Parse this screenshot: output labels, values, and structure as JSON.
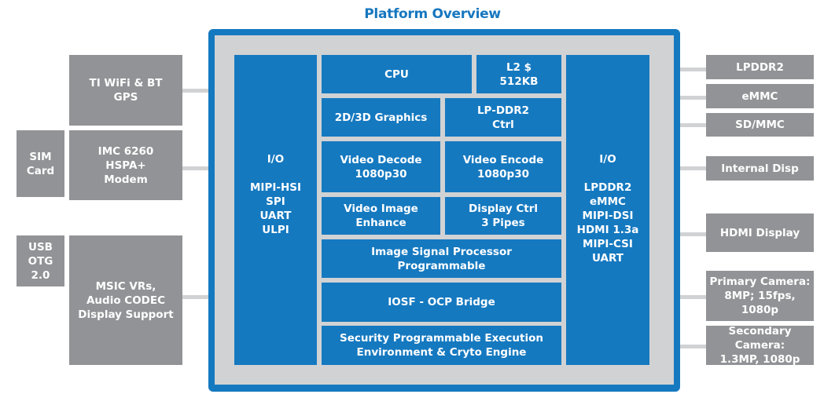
{
  "title": "Platform Overview",
  "colors": {
    "blue": "#1579c0",
    "grey_block": "#929396",
    "grey_fill": "#d1d2d4",
    "title": "#1677bf"
  },
  "soc": {
    "left_io": "I/O\n\nMIPI-HSI\nSPI\nUART\nULPI",
    "right_io": "I/O\n\nLPDDR2\neMMC\nMIPI-DSI\nHDMI 1.3a\nMIPI-CSI\nUART",
    "cpu": "CPU",
    "l2": "L2 $\n512KB",
    "graphics": "2D/3D Graphics",
    "lpddr2_ctrl": "LP-DDR2\nCtrl",
    "video_decode": "Video Decode\n1080p30",
    "video_encode": "Video Encode\n1080p30",
    "video_enhance": "Video Image\nEnhance",
    "display_ctrl": "Display Ctrl\n3 Pipes",
    "isp": "Image Signal Processor\nProgrammable",
    "iosf": "IOSF - OCP Bridge",
    "security": "Security Programmable Execution\nEnvironment & Cryto Engine"
  },
  "left_peripherals": {
    "wifi": "TI WiFi & BT\nGPS",
    "modem": "IMC 6260\nHSPA+\nModem",
    "sim": "SIM\nCard",
    "usb": "USB\nOTG\n2.0",
    "msic": "MSIC VRs,\nAudio CODEC\nDisplay Support"
  },
  "right_peripherals": {
    "lpddr2": "LPDDR2",
    "emmc": "eMMC",
    "sdmmc": "SD/MMC",
    "internal_disp": "Internal Disp",
    "hdmi": "HDMI Display",
    "primary_cam": "Primary Camera:\n8MP; 15fps,\n1080p",
    "secondary_cam": "Secondary Camera:\n1.3MP, 1080p"
  }
}
